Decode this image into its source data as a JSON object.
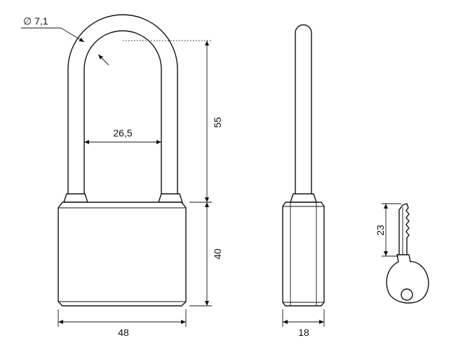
{
  "dimensions": {
    "shackle_diameter": "∅ 7,1",
    "inner_width": "26,5",
    "shackle_height": "55",
    "body_height": "40",
    "body_width": "48",
    "body_thickness": "18",
    "key_length": "23"
  }
}
